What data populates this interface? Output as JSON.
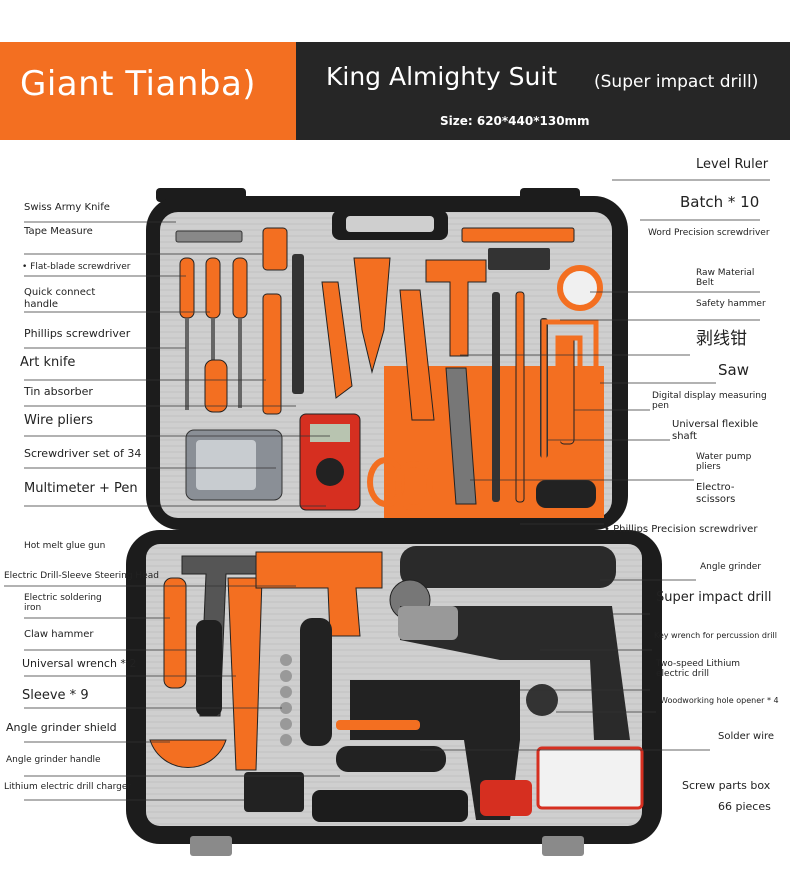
{
  "header": {
    "brand": "Giant Tianba)",
    "title": "King Almighty Suit",
    "subtitle": "(Super impact drill)",
    "size": "Size: 620*440*130mm"
  },
  "colors": {
    "accent": "#f36f21",
    "dark": "#262626",
    "case": "#1c1c1c",
    "lining": "#c8c8c8"
  },
  "labels": {
    "swiss_army_knife": "Swiss Army Knife",
    "tape_measure": "Tape Measure",
    "flat_blade_screwdriver": "• Flat-blade screwdriver",
    "quick_connect_handle": "Quick connect handle",
    "phillips_screwdriver": "Phillips screwdriver",
    "art_knife": "Art knife",
    "tin_absorber": "Tin absorber",
    "wire_pliers": "Wire pliers",
    "screwdriver_set_34": "Screwdriver set of 34",
    "multimeter_pen": "Multimeter + Pen",
    "level_ruler": "Level Ruler",
    "batch_10": "Batch * 10",
    "word_precision_screwdriver": "Word Precision screwdriver",
    "raw_material_belt": "Raw Material Belt",
    "safety_hammer": "Safety hammer",
    "wire_stripper_cn": "剥线钳",
    "saw": "Saw",
    "digital_display_pen": "Digital display measuring pen",
    "universal_flexible_shaft": "Universal flexible shaft",
    "water_pump_pliers": "Water pump pliers",
    "electro_scissors": "Electro-scissors",
    "phillips_precision_screwdriver": "• Phillips Precision screwdriver",
    "hot_melt_glue_gun": "Hot melt glue gun",
    "drill_sleeve_head": "Electric Drill-Sleeve Steering Head",
    "electric_soldering_iron": "Electric soldering iron",
    "claw_hammer": "Claw hammer",
    "universal_wrench_2": "Universal wrench * 2",
    "sleeve_9": "Sleeve * 9",
    "angle_grinder_shield": "Angle grinder shield",
    "angle_grinder_handle": "Angle grinder handle",
    "lithium_drill_charger": "Lithium electric drill charger",
    "angle_grinder": "Angle grinder",
    "super_impact_drill": "Super impact drill",
    "key_wrench": "Key wrench for percussion drill",
    "two_speed_lithium_drill": "Two-speed Lithium electric drill",
    "woodworking_hole_opener": "Woodworking hole opener * 4",
    "solder_wire": "Solder wire",
    "screw_parts_box": "Screw parts box",
    "pieces_66": "66 pieces"
  }
}
